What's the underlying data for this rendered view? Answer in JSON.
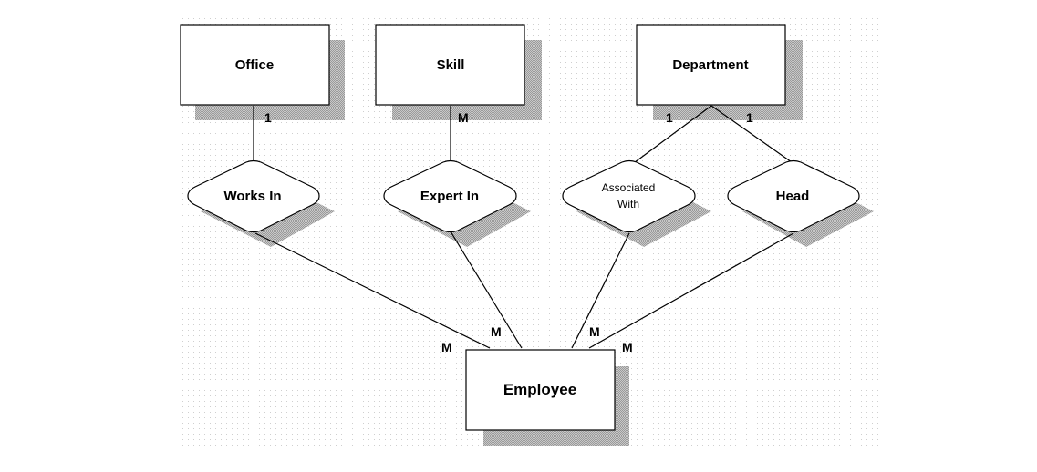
{
  "entities": {
    "office": "Office",
    "skill": "Skill",
    "department": "Department",
    "employee": "Employee"
  },
  "relationships": {
    "works_in": "Works In",
    "expert_in": "Expert In",
    "associated_with_line1": "Associated",
    "associated_with_line2": "With",
    "head": "Head"
  },
  "cardinalities": {
    "office_works_in": "1",
    "skill_expert_in": "M",
    "department_associated_with": "1",
    "department_head": "1",
    "employee_works_in": "M",
    "employee_expert_in": "M",
    "employee_associated_with": "M",
    "employee_head": "M"
  },
  "colors": {
    "background_dots": "#cfcfcf",
    "shadow": "#b4b4b4",
    "stroke": "#000000",
    "fill": "#ffffff"
  }
}
